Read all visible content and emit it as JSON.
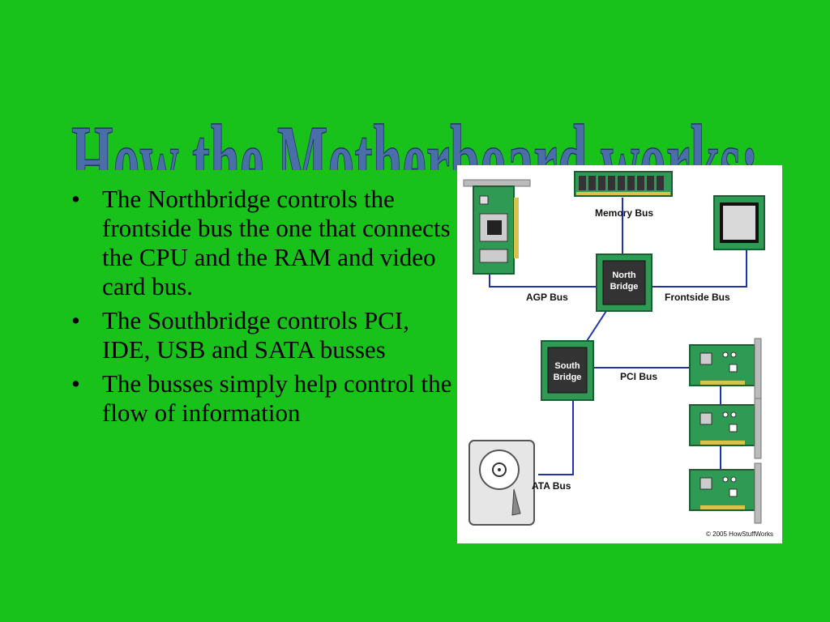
{
  "slide": {
    "title": "How the Motherboard works:",
    "bullets": [
      "The Northbridge controls the frontside bus the one that connects the CPU and the RAM and video card bus.",
      "The Southbridge controls PCI, IDE, USB and SATA busses",
      "The busses simply help control the flow of information"
    ]
  },
  "diagram": {
    "memory_bus": "Memory Bus",
    "agp_bus": "AGP Bus",
    "frontside_bus": "Frontside Bus",
    "pci_bus": "PCI Bus",
    "ata_bus": "ATA Bus",
    "north_bridge_line1": "North",
    "north_bridge_line2": "Bridge",
    "south_bridge_line1": "South",
    "south_bridge_line2": "Bridge",
    "copyright": "© 2005 HowStuffWorks"
  },
  "colors": {
    "background": "#19c21a",
    "title_fill": "#4a6fa8",
    "bus_line": "#2233aa",
    "board_green": "#2f9a54",
    "chip_dark": "#333333"
  }
}
